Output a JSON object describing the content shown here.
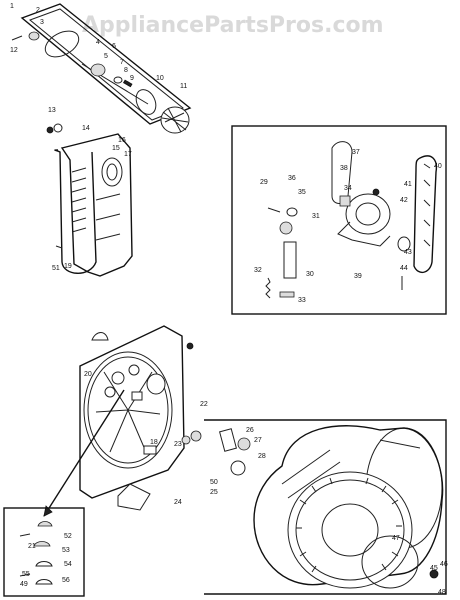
{
  "watermark": "AppliancePartsPros.com",
  "labels": [
    "1",
    "2",
    "3",
    "4",
    "5",
    "6",
    "7",
    "8",
    "9",
    "10",
    "11",
    "12",
    "13",
    "14",
    "15",
    "16",
    "17",
    "18",
    "19",
    "20",
    "21",
    "22",
    "23",
    "24",
    "25",
    "26",
    "27",
    "28",
    "29",
    "30",
    "31",
    "32",
    "33",
    "34",
    "35",
    "36",
    "37",
    "38",
    "39",
    "40",
    "41",
    "42",
    "43",
    "44",
    "45",
    "46",
    "47",
    "48",
    "49",
    "50",
    "51",
    "52",
    "53",
    "54",
    "55",
    "56"
  ],
  "group_icons": {
    "top": "blower-assembly-exploded",
    "left": "front-bulkhead-and-belt",
    "right": "motor-and-belt-inset",
    "middle": "rear-bulkhead",
    "bottom": "drum-assembly",
    "inset": "seal-detail-inset"
  }
}
